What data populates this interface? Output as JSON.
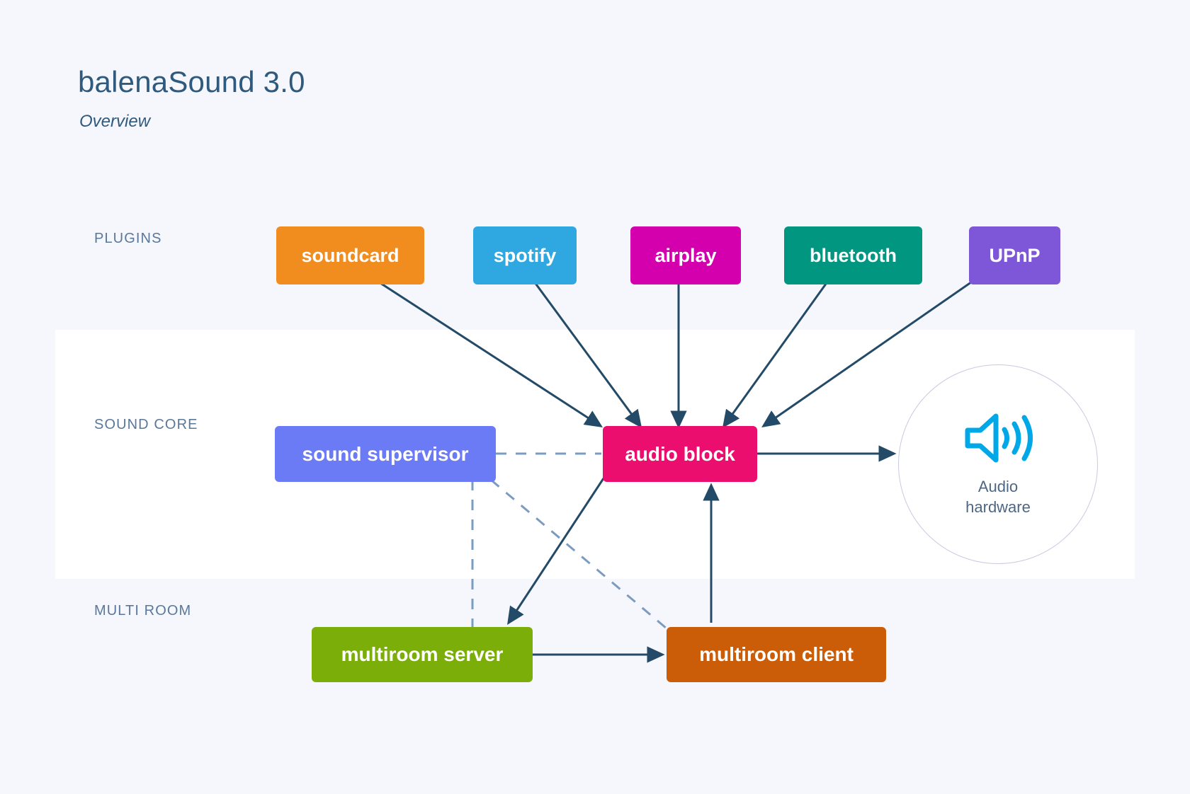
{
  "header": {
    "title": "balenaSound 3.0",
    "subtitle": "Overview"
  },
  "rows": [
    {
      "id": "plugins",
      "label": "PLUGINS"
    },
    {
      "id": "soundcore",
      "label": "SOUND CORE"
    },
    {
      "id": "multiroom",
      "label": "MULTI ROOM"
    }
  ],
  "nodes": {
    "plugins": [
      {
        "id": "soundcard",
        "label": "soundcard",
        "color": "#f18d1f"
      },
      {
        "id": "spotify",
        "label": "spotify",
        "color": "#2fa8e1"
      },
      {
        "id": "airplay",
        "label": "airplay",
        "color": "#d400ae"
      },
      {
        "id": "bluetooth",
        "label": "bluetooth",
        "color": "#009680"
      },
      {
        "id": "upnp",
        "label": "UPnP",
        "color": "#7e57d8"
      }
    ],
    "soundcore": [
      {
        "id": "sound-supervisor",
        "label": "sound supervisor",
        "color": "#6b7af5"
      },
      {
        "id": "audio-block",
        "label": "audio block",
        "color": "#ec0e6e"
      }
    ],
    "multiroom": [
      {
        "id": "multiroom-server",
        "label": "multiroom server",
        "color": "#7cae0a"
      },
      {
        "id": "multiroom-client",
        "label": "multiroom client",
        "color": "#cc5d08"
      }
    ]
  },
  "audio_hardware": {
    "icon": "speaker-volume-icon",
    "caption_line1": "Audio",
    "caption_line2": "hardware"
  },
  "colors": {
    "background": "#f5f7fc",
    "band": "#ffffff",
    "arrow": "#234a66",
    "dashed": "#7b9cc0",
    "label_text": "#5a789b",
    "title_text": "#2f5a7e",
    "circle_border": "#c9c9e2",
    "speaker_icon": "#00a8e8"
  },
  "connections": [
    {
      "from": "soundcard",
      "to": "audio-block",
      "style": "solid"
    },
    {
      "from": "spotify",
      "to": "audio-block",
      "style": "solid"
    },
    {
      "from": "airplay",
      "to": "audio-block",
      "style": "solid"
    },
    {
      "from": "bluetooth",
      "to": "audio-block",
      "style": "solid"
    },
    {
      "from": "upnp",
      "to": "audio-block",
      "style": "solid"
    },
    {
      "from": "audio-block",
      "to": "audio-hardware",
      "style": "solid"
    },
    {
      "from": "sound-supervisor",
      "to": "audio-block",
      "style": "dashed"
    },
    {
      "from": "sound-supervisor",
      "to": "multiroom-server",
      "style": "dashed"
    },
    {
      "from": "sound-supervisor",
      "to": "multiroom-client",
      "style": "dashed"
    },
    {
      "from": "audio-block",
      "to": "multiroom-server",
      "style": "solid"
    },
    {
      "from": "multiroom-server",
      "to": "multiroom-client",
      "style": "solid"
    },
    {
      "from": "multiroom-client",
      "to": "audio-block",
      "style": "solid"
    }
  ]
}
